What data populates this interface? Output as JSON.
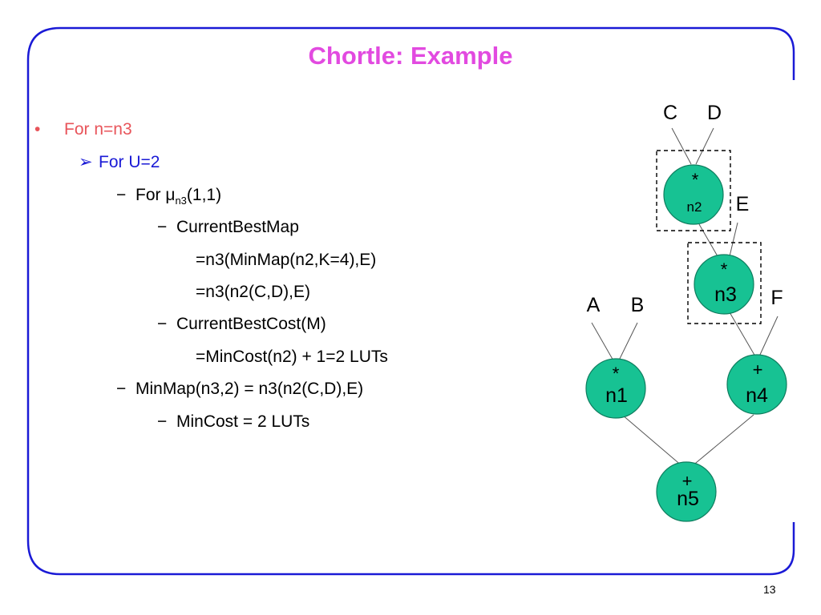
{
  "slide": {
    "title": "Chortle: Example",
    "page_number": "13",
    "lines": [
      {
        "bullet": "•",
        "text": "For n=n3"
      },
      {
        "bullet": "➢",
        "text": "For U=2"
      },
      {
        "bullet": "−",
        "text": "For μ",
        "sub": "n3",
        "after": "(1,1)"
      },
      {
        "bullet": "−",
        "text": "CurrentBestMap"
      },
      {
        "text": "=n3(MinMap(n2,K=4),E)"
      },
      {
        "text": "=n3(n2(C,D),E)"
      },
      {
        "bullet": "−",
        "text": "CurrentBestCost(M)"
      },
      {
        "text": "=MinCost(n2) + 1=2 LUTs"
      },
      {
        "bullet": "−",
        "text": "MinMap(n3,2) = n3(n2(C,D),E)"
      },
      {
        "bullet": "−",
        "text": "MinCost = 2 LUTs"
      }
    ]
  },
  "diagram": {
    "inputs": {
      "c": "C",
      "d": "D",
      "e": "E",
      "a": "A",
      "b": "B",
      "f": "F"
    },
    "nodes": {
      "n2": {
        "op": "*",
        "name": "n2"
      },
      "n3": {
        "op": "*",
        "name": "n3"
      },
      "n1": {
        "op": "*",
        "name": "n1"
      },
      "n4": {
        "op": "+",
        "name": "n4"
      },
      "n5": {
        "op": "+",
        "name": "n5"
      }
    }
  },
  "colors": {
    "title": "#e24ae0",
    "level1": "#e8545a",
    "level2": "#1a1ad6",
    "node_fill": "#17c293",
    "frame": "#1a1ad6"
  }
}
